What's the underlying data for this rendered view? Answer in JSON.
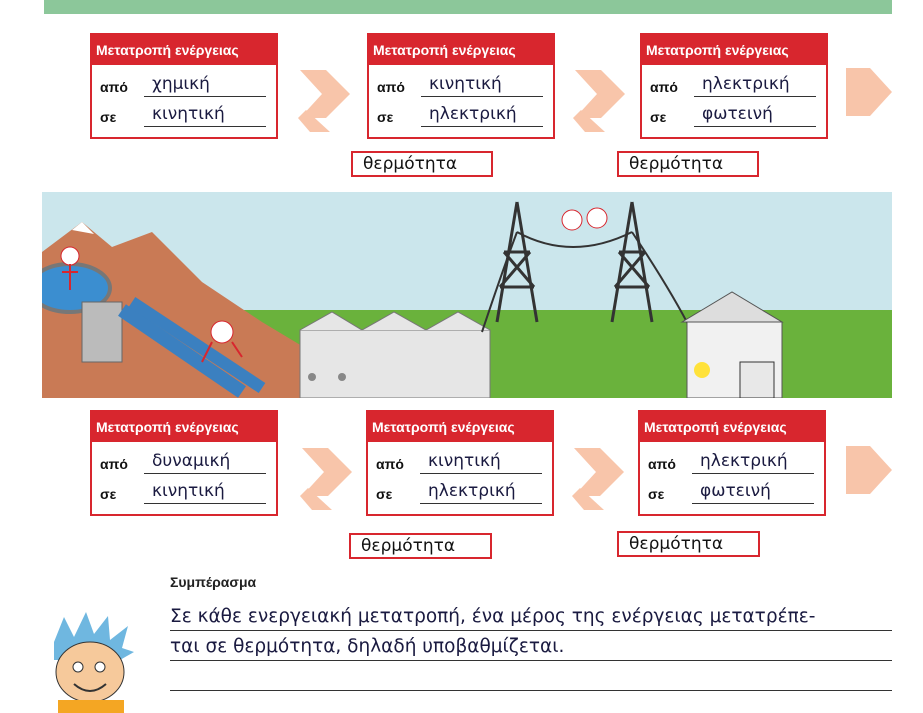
{
  "box_header": "Μετατροπή ενέργειας",
  "from_label": "από",
  "to_label": "σε",
  "heat_label": "θερμότητα",
  "row_top": [
    {
      "from": "χημική",
      "to": "κινητική"
    },
    {
      "from": "κινητική",
      "to": "ηλεκτρική"
    },
    {
      "from": "ηλεκτρική",
      "to": "φωτεινή"
    }
  ],
  "row_bottom": [
    {
      "from": "δυναμική",
      "to": "κινητική"
    },
    {
      "from": "κινητική",
      "to": "ηλεκτρική"
    },
    {
      "from": "ηλεκτρική",
      "to": "φωτεινή"
    }
  ],
  "conclusion": {
    "title": "Συμπέρασμα",
    "line1": "Σε κάθε ενεργειακή μετατροπή, ένα μέρος της ενέργειας μετατρέπε-",
    "line2": "ται σε θερμότητα, δηλαδή υποβαθμίζεται.",
    "line3": ""
  },
  "colors": {
    "accent_red": "#d8262e",
    "arrow_peach": "#f8c5aa",
    "sky": "#cbe6ec",
    "grass": "#6ab23c",
    "mountain": "#c97a55"
  },
  "icons": [
    "hydro-dam-illustration",
    "power-station-illustration",
    "pylon-illustration",
    "house-lamp-illustration",
    "cartoon-boy-icon"
  ]
}
